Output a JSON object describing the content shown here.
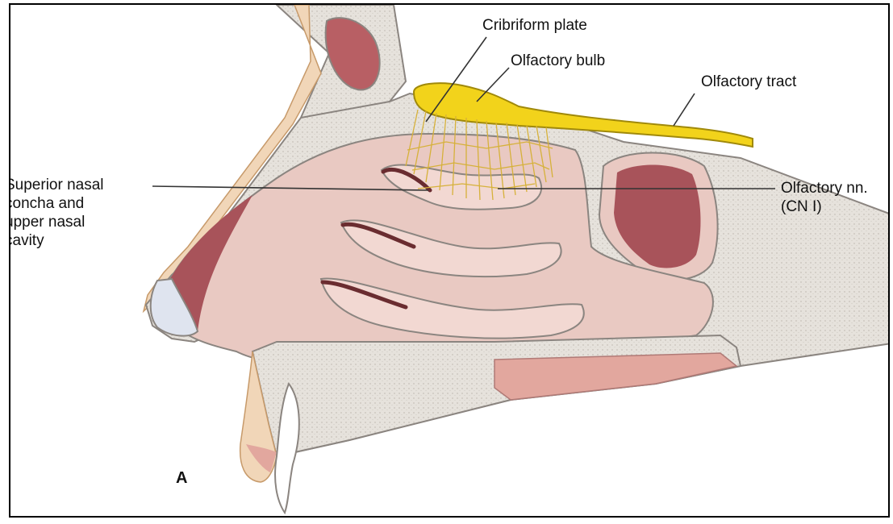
{
  "labels": {
    "cribriform_plate": "Cribriform plate",
    "olfactory_bulb": "Olfactory bulb",
    "olfactory_tract": "Olfactory tract",
    "superior_concha": "Superior nasal\nconcha and\nupper nasal\ncavity",
    "olfactory_nerves": "Olfactory nn.\n(CN I)",
    "panel_letter": "A"
  },
  "colors": {
    "cavity": "#a8535a",
    "mucosa": "#e9c9c2",
    "mucosa_shadow": "#c78f8c",
    "bone": "#e6e2dc",
    "bone_outline": "#8b8580",
    "skin": "#f1d6b8",
    "olfactory_yellow": "#f2d31b",
    "olfactory_outline": "#a0890a",
    "cartilage": "#dfe4ef",
    "leader_line": "#333333"
  }
}
